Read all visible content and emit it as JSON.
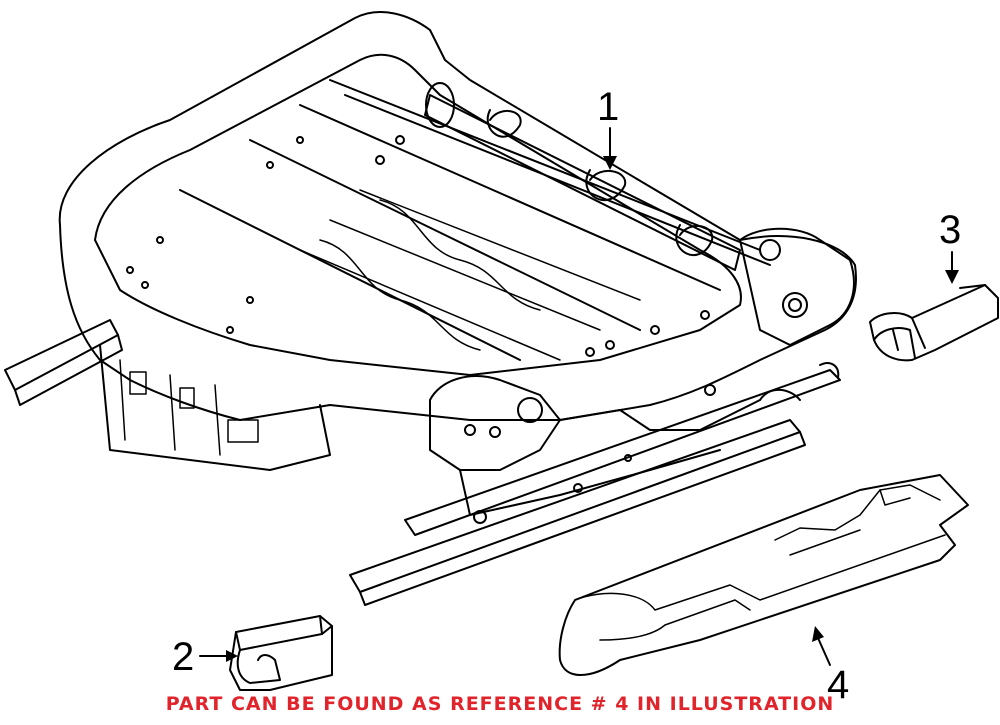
{
  "callouts": {
    "c1": "1",
    "c2": "2",
    "c3": "3",
    "c4": "4"
  },
  "note": {
    "text": "PART CAN BE FOUND AS REFERENCE # 4 IN ILLUSTRATION",
    "color": "#e1242b"
  },
  "line_color": "#000000"
}
